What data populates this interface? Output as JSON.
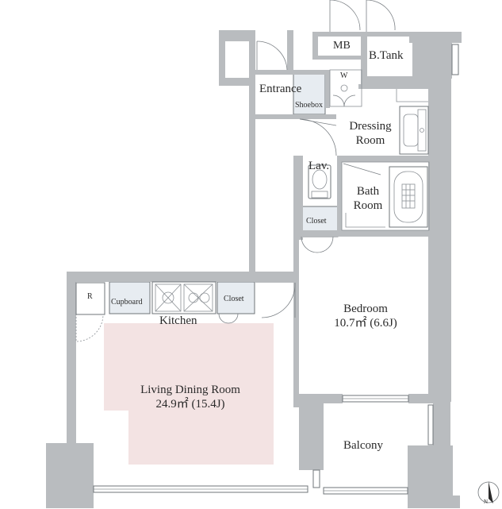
{
  "rooms": {
    "mb": "MB",
    "btank": "B.Tank",
    "entrance": "Entrance",
    "shoebox": "Shoebox",
    "w": "W",
    "dressing": {
      "line1": "Dressing",
      "line2": "Room"
    },
    "lav": "Lav.",
    "bath": {
      "line1": "Bath",
      "line2": "Room"
    },
    "closet_upper": "Closet",
    "closet_kitchen": "Closet",
    "bedroom": {
      "name": "Bedroom",
      "area": "10.7㎡ (6.6J)"
    },
    "r": "R",
    "cupboard": "Cupboard",
    "kitchen": "Kitchen",
    "ldk": {
      "name": "Living Dining Room",
      "area": "24.9㎡ (15.4J)"
    },
    "balcony": "Balcony"
  },
  "north": "N",
  "colors": {
    "wall": "#b9bcbf",
    "ldk_fill": "#f3e3e3",
    "storage_fill": "#e7ecf1",
    "line": "#6f7478"
  }
}
